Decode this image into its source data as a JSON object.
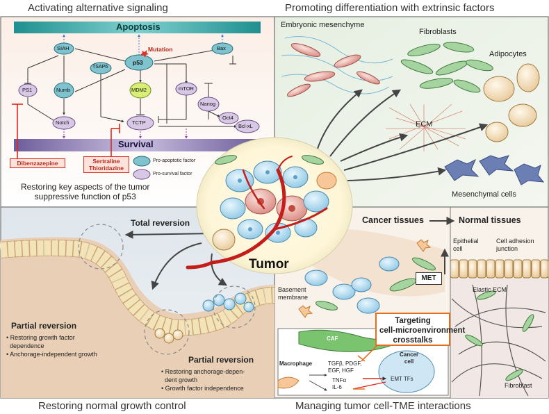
{
  "quadrants": {
    "top_left_title": "Activating alternative signaling",
    "top_right_title": "Promoting differentiation with extrinsic factors",
    "bottom_left_title": "Restoring normal growth control",
    "bottom_right_title": "Managing tumor cell-TME interactions"
  },
  "center": {
    "label": "Tumor"
  },
  "signaling": {
    "apoptosis": "Apoptosis",
    "survival": "Survival",
    "mutation": "Mutation",
    "nodes": {
      "siah": "SIAH",
      "p53": "p53",
      "bax": "Bax",
      "tsap6": "TSAP6",
      "ps1": "PS1",
      "numb": "Numb",
      "mdm2": "MDM2",
      "mtor": "mTOR",
      "nanog": "Nanog",
      "notch": "Notch",
      "tctp": "TCTP",
      "oct4": "Oct4",
      "bclxl": "Bcl-xL"
    },
    "drugs": {
      "dibenzazepine": "Dibenzazepine",
      "sertraline": "Sertraline\nThioridazine"
    },
    "legend": {
      "pro_apoptotic": "Pro-apoptotic factor",
      "pro_survival": "Pro-survival factor"
    },
    "caption": "Restoring key aspects of the tumor\nsuppressive function of p53"
  },
  "differentiation": {
    "embryonic": "Embryonic mesenchyme",
    "fibroblasts": "Fibroblasts",
    "adipocytes": "Adipocytes",
    "ecm": "ECM",
    "mesenchymal": "Mesenchymal cells"
  },
  "growth": {
    "total": "Total reversion",
    "partial_left_title": "Partial reversion",
    "partial_left_points": "• Restoring growth factor\n  dependence\n• Anchorage-independent growth",
    "partial_right_title": "Partial reversion",
    "partial_right_points": "• Restoring anchorage-depen-\n  dent growth\n• Growth factor independence"
  },
  "tme": {
    "cancer_tissues": "Cancer tissues",
    "normal_tissues": "Normal tissues",
    "epithelial_cell": "Epithelial\ncell",
    "cell_adhesion": "Cell adhesion\njunction",
    "met": "MET",
    "elastic_ecm": "Elastic ECM",
    "basement_membrane": "Basement\nmembrane",
    "targeting": "Targeting\ncell-microenvironment\ncrosstalks",
    "caf": "CAF",
    "macrophage": "Macrophage",
    "factors": "TGFβ, PDGF,\nEGF, HGF",
    "tnf": "TNFα\nIL-6",
    "cancer_cell": "Cancer\ncell",
    "emt": "EMT TFs",
    "fibroblast": "Fibroblast"
  },
  "colors": {
    "apoptosis_bar": "#4fb3b3",
    "survival_bar": "#8f7fb5",
    "tumor_vessel": "#c41e1a",
    "inhibit_red": "#e0261b",
    "target_orange": "#e07020"
  }
}
